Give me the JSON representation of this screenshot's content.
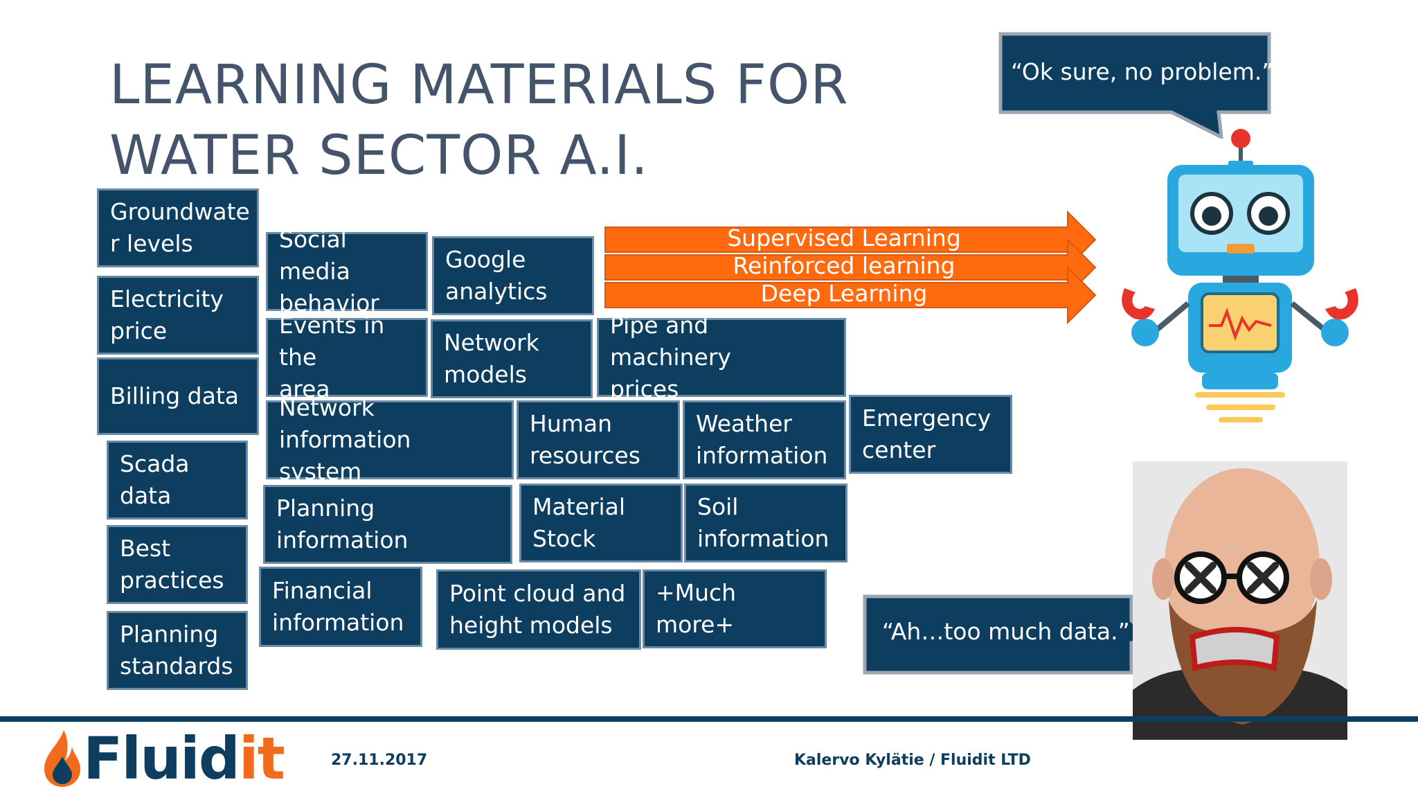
{
  "slide": {
    "title_line1": "LEARNING MATERIALS FOR",
    "title_line2": "WATER SECTOR A.I.",
    "colors": {
      "box": "#0d3e60",
      "title": "#44546a",
      "arrow": "#ff6a0e",
      "logo_blue": "#0d3e60",
      "logo_orange": "#f26b1d"
    }
  },
  "data_boxes": [
    "Groundwate\nr levels",
    "Electricity\nprice",
    "Billing data",
    "Scada data",
    "Best\npractices",
    "Planning\nstandards",
    "Social media\nbehavior",
    "Google\nanalytics",
    "Events in the\narea",
    "Network\nmodels",
    "Pipe and machinery\nprices",
    "Network\ninformation system",
    "Human\nresources",
    "Weather\ninformation",
    "Emergency\ncenter",
    "Planning\ninformation",
    "Material\nStock",
    "Soil\ninformation",
    "Financial\ninformation",
    "Point cloud and\nheight models",
    "+Much more+"
  ],
  "arrows": [
    "Supervised Learning",
    "Reinforced learning",
    "Deep Learning"
  ],
  "robot_quote": "“Ok sure, no problem.”",
  "person_quote": "“Ah…too much data.”",
  "footer": {
    "logo_part1": "Fluid",
    "logo_part2": "it",
    "date": "27.11.2017",
    "author": "Kalervo Kylätie / Fluidit LTD"
  }
}
